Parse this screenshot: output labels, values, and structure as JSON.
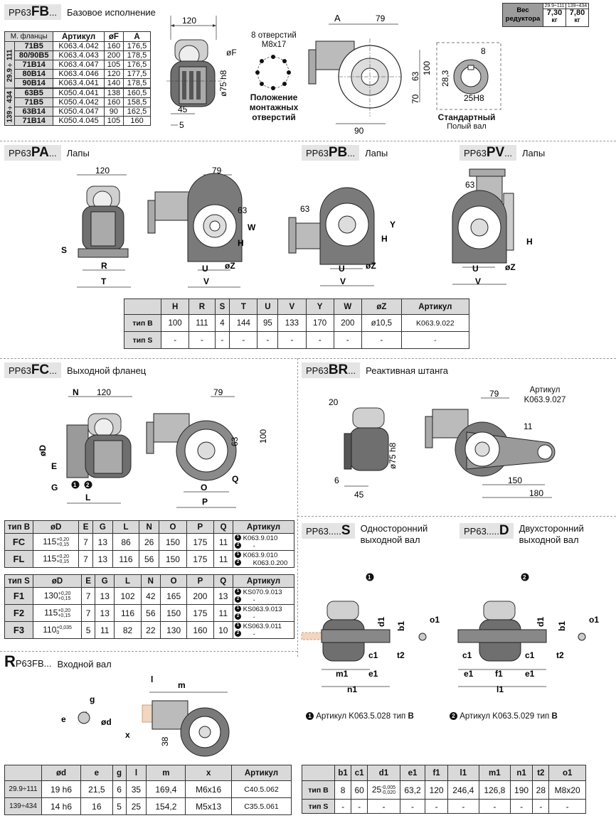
{
  "weight_box": {
    "title": "Вес редуктора",
    "r1": "29.9÷111",
    "r2": "139÷434",
    "w1": "7,30",
    "w2": "7,80",
    "u": "кг"
  },
  "fb": {
    "prefix": "PP63",
    "code": "FB",
    "suffix": "...",
    "title": "Базовое исполнение",
    "headers": [
      "М. фланцы",
      "Артикул",
      "øF",
      "A"
    ],
    "group1": "29.9÷111",
    "group2": "139÷434",
    "rows": [
      [
        "71B5",
        "K063.4.042",
        "160",
        "176,5"
      ],
      [
        "80/90B5",
        "K063.4.043",
        "200",
        "178,5"
      ],
      [
        "71B14",
        "K063.4.047",
        "105",
        "176,5"
      ],
      [
        "80B14",
        "K063.4.046",
        "120",
        "177,5"
      ],
      [
        "90B14",
        "K063.4.041",
        "140",
        "178,5"
      ],
      [
        "63B5",
        "K050.4.041",
        "138",
        "160,5"
      ],
      [
        "71B5",
        "K050.4.042",
        "160",
        "158,5"
      ],
      [
        "63B14",
        "K050.4.047",
        "90",
        "162,5"
      ],
      [
        "71B14",
        "K050.4.045",
        "105",
        "160"
      ]
    ],
    "holes_title": "8 отверстий M8x17",
    "holes_caption": "Положение монтажных отверстий",
    "shaft_caption": "Стандартный",
    "shaft_sub": "Полый вал",
    "dims": {
      "d120": "120",
      "dF": "øF",
      "d75": "ø75 h8",
      "d45": "45",
      "d5": "5",
      "dA": "A",
      "d79": "79",
      "d100": "100",
      "d63": "63",
      "d70": "70",
      "d90": "90",
      "d8": "8",
      "d283": "28,3",
      "d25": "25H8"
    }
  },
  "pa": {
    "prefix": "PP63",
    "code": "PA",
    "suffix": "...",
    "title": "Лапы"
  },
  "pb": {
    "prefix": "PP63",
    "code": "PB",
    "suffix": "...",
    "title": "Лапы"
  },
  "pv": {
    "prefix": "PP63",
    "code": "PV",
    "suffix": "...",
    "title": "Лапы"
  },
  "feet_dims": {
    "d120": "120",
    "d79": "79",
    "d63": "63",
    "W": "W",
    "H": "H",
    "S": "S",
    "R": "R",
    "T": "T",
    "U": "U",
    "V": "V",
    "Z": "øZ",
    "Y": "Y"
  },
  "feet_table": {
    "headers": [
      "H",
      "R",
      "S",
      "T",
      "U",
      "V",
      "Y",
      "W",
      "øZ",
      "Артикул"
    ],
    "rowB": {
      "label": "тип B",
      "cells": [
        "100",
        "111",
        "4",
        "144",
        "95",
        "133",
        "170",
        "200",
        "ø10,5",
        "K063.9.022"
      ]
    },
    "rowS": {
      "label": "тип S",
      "cells": [
        "-",
        "-",
        "-",
        "-",
        "-",
        "-",
        "-",
        "-",
        "-",
        "-"
      ]
    }
  },
  "fc": {
    "prefix": "PP63",
    "code": "FC",
    "suffix": "...",
    "title": "Выходной фланец",
    "dims": {
      "N": "N",
      "d120": "120",
      "D": "øD",
      "E": "E",
      "G": "G",
      "L": "L",
      "d79": "79",
      "d63": "63",
      "d100": "100",
      "O": "O",
      "P": "P",
      "Q": "Q"
    },
    "headerB": [
      "тип B",
      "øD",
      "E",
      "G",
      "L",
      "N",
      "O",
      "P",
      "Q",
      "Артикул"
    ],
    "rowsB": [
      {
        "label": "FC",
        "d": "115",
        "tol1": "+0,20",
        "tol2": "+0,15",
        "v": [
          "7",
          "13",
          "86",
          "26",
          "150",
          "175",
          "11"
        ],
        "a1": "K063.9.010",
        "a2": "-"
      },
      {
        "label": "FL",
        "d": "115",
        "tol1": "+0,20",
        "tol2": "+0,15",
        "v": [
          "7",
          "13",
          "116",
          "56",
          "150",
          "175",
          "11"
        ],
        "a1": "K063.9.010",
        "a2": "K063.0.200"
      }
    ],
    "headerS": [
      "тип S",
      "øD",
      "E",
      "G",
      "L",
      "N",
      "O",
      "P",
      "Q",
      "Артикул"
    ],
    "rowsS": [
      {
        "label": "F1",
        "d": "130",
        "tol1": "+0,20",
        "tol2": "+0,15",
        "v": [
          "7",
          "13",
          "102",
          "42",
          "165",
          "200",
          "13"
        ],
        "a1": "KS070.9.013",
        "a2": "-"
      },
      {
        "label": "F2",
        "d": "115",
        "tol1": "+0,20",
        "tol2": "+0,15",
        "v": [
          "7",
          "13",
          "116",
          "56",
          "150",
          "175",
          "11"
        ],
        "a1": "KS063.9.013",
        "a2": "-"
      },
      {
        "label": "F3",
        "d": "110",
        "tol1": "+0,035",
        "tol2": "0",
        "v": [
          "5",
          "11",
          "82",
          "22",
          "130",
          "160",
          "10"
        ],
        "a1": "KS063.9.011",
        "a2": "-"
      }
    ]
  },
  "br": {
    "prefix": "PP63",
    "code": "BR",
    "suffix": "...",
    "title": "Реактивная штанга",
    "article_label": "Артикул",
    "article": "K063.9.027",
    "dims": {
      "d20": "20",
      "d79": "79",
      "d11": "11",
      "d75": "ø75 h8",
      "d6": "6",
      "d45": "45",
      "d150": "150",
      "d180": "180"
    }
  },
  "s": {
    "prefix": "PP63.....",
    "code": "S",
    "title1": "Односторонний",
    "title2": "выходной вал"
  },
  "d": {
    "prefix": "PP63.....",
    "code": "D",
    "title1": "Двухсторонний",
    "title2": "выходной вал"
  },
  "shaft_dims": {
    "d1": "d1",
    "b1": "b1",
    "o1": "o1",
    "t2": "t2",
    "c1": "c1",
    "e1": "e1",
    "m1": "m1",
    "n1": "n1",
    "f1": "f1",
    "l1": "l1"
  },
  "shaft_notes": {
    "n1": "Артикул K063.5.028",
    "t1": "тип",
    "b": "B",
    "n2": "Артикул K063.5.029"
  },
  "shaft_table": {
    "headers": [
      "b1",
      "c1",
      "d1",
      "e1",
      "f1",
      "l1",
      "m1",
      "n1",
      "t2",
      "o1"
    ],
    "rowB": {
      "label": "тип B",
      "cells": [
        "8",
        "60",
        "25",
        "63,2",
        "120",
        "246,4",
        "126,8",
        "190",
        "28",
        "M8x20"
      ],
      "tol1": "-0,005",
      "tol2": "-0,020"
    },
    "rowS": {
      "label": "тип S",
      "cells": [
        "-",
        "-",
        "-",
        "-",
        "-",
        "-",
        "-",
        "-",
        "-",
        "-"
      ]
    }
  },
  "r": {
    "prefix": "P63FB...",
    "code": "R",
    "title": "Входной вал",
    "dims": {
      "l": "l",
      "m": "m",
      "g": "g",
      "e": "e",
      "d": "ød",
      "x": "x",
      "d38": "38"
    },
    "headers": [
      "ød",
      "e",
      "g",
      "l",
      "m",
      "x",
      "Артикул"
    ],
    "rows": [
      {
        "label": "29.9÷111",
        "v": [
          "19 h6",
          "21,5",
          "6",
          "35",
          "169,4",
          "M6x16",
          "C40.5.062"
        ]
      },
      {
        "label": "139÷434",
        "v": [
          "14 h6",
          "16",
          "5",
          "25",
          "154,2",
          "M5x13",
          "C35.5.061"
        ]
      }
    ]
  }
}
